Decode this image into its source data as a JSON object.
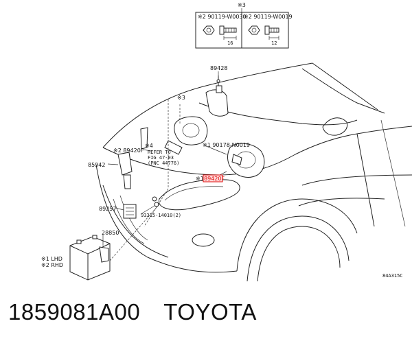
{
  "diagram": {
    "ref_group_top": "※3",
    "bolt_a_code": "※2 90119-W0030",
    "bolt_a_dim": "16",
    "bolt_b_code": "※2 90119-W0019",
    "bolt_b_dim": "12",
    "label_89428": "89428",
    "label_ref3": "※3",
    "label_89420F_left": "※2 89420F",
    "label_ref4": "※4",
    "label_refer_1": "REFER TO",
    "label_refer_2": "FIG 47-03",
    "label_refer_3": "(PNC 44776)",
    "label_85942": "85942",
    "label_90178": "※1 90178-N0019",
    "label_89420F_highlight": "89420F",
    "label_89420F_highlight_prefix": "※1",
    "label_89257": "89257",
    "label_93315": "93315-14010(2)",
    "label_28850": "28850",
    "legend_1": "※1 LHD",
    "legend_2": "※2 RHD",
    "fig_code": "84A315C"
  },
  "footer": {
    "part_number": "1859081A00",
    "brand": "TOYOTA"
  }
}
